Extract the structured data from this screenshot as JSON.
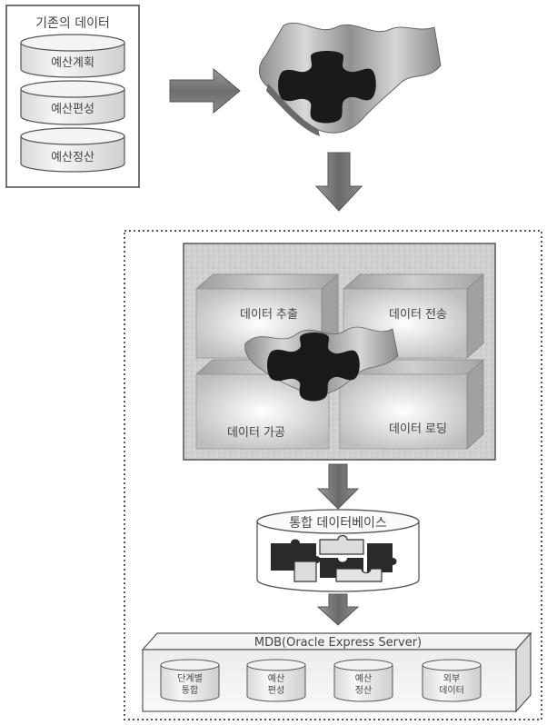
{
  "legacy": {
    "title": "기존의 데이터",
    "items": [
      "예산계획",
      "예산편성",
      "예산정산"
    ]
  },
  "process": {
    "extract": "데이터 추출",
    "transfer": "데이터 전송",
    "transform": "데이터 가공",
    "load": "데이터 로딩"
  },
  "integrated_db": {
    "title": "통합 데이터베이스"
  },
  "mdb": {
    "title": "MDB(Oracle Express Server)",
    "items": [
      {
        "line1": "단계별",
        "line2": "통합"
      },
      {
        "line1": "예산",
        "line2": "편성"
      },
      {
        "line1": "예산",
        "line2": "정산"
      },
      {
        "line1": "외부",
        "line2": "데이터"
      }
    ]
  }
}
